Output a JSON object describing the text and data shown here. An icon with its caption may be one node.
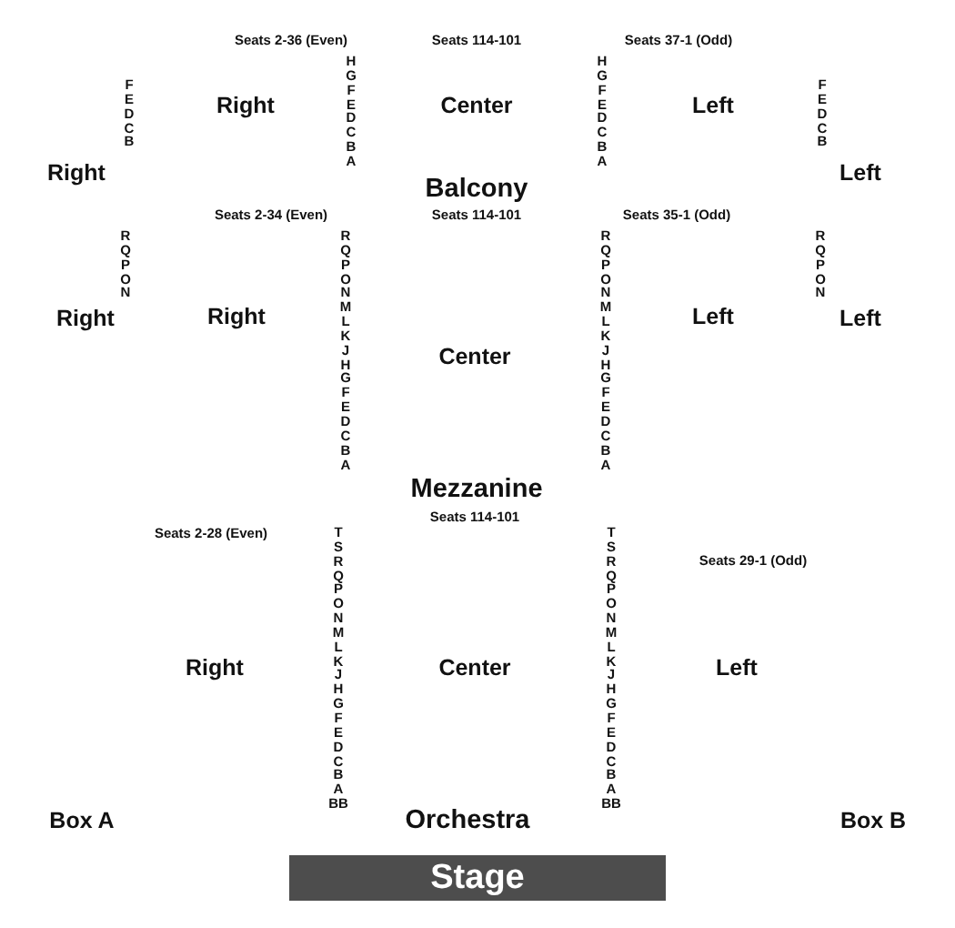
{
  "diagram": {
    "nodes": [
      {
        "text": [
          "Stage"
        ]
      }
    ],
    "labels": [
      "Seats 2-36 (Even)",
      "Seats 114-101",
      "Seats 37-1 (Odd)",
      "F E D C B",
      "H G F E D C B A",
      "Right",
      "Center",
      "H G F E D C B A",
      "Left",
      "F E D C B",
      "Right",
      "Balcony",
      "Left",
      "Seats 2-34 (Even)",
      "Seats 114-101",
      "Seats 35-1 (Odd)",
      "R Q P O N",
      "R Q P O N M L K J H G F E D C B A",
      "R Q P O N M L K J H G F E D C B A",
      "R Q P O N",
      "Right",
      "Right",
      "Left",
      "Left",
      "Center",
      "Mezzanine",
      "Seats 114-101",
      "Seats 2-28 (Even)",
      "T S R Q P O N M L K J H G F E D C B A BB",
      "T S R Q P O N M L K J H G F E D C B A BB",
      "Seats 29-1 (Odd)",
      "Right",
      "Center",
      "Left",
      "Box A",
      "Orchestra",
      "Box B"
    ]
  }
}
